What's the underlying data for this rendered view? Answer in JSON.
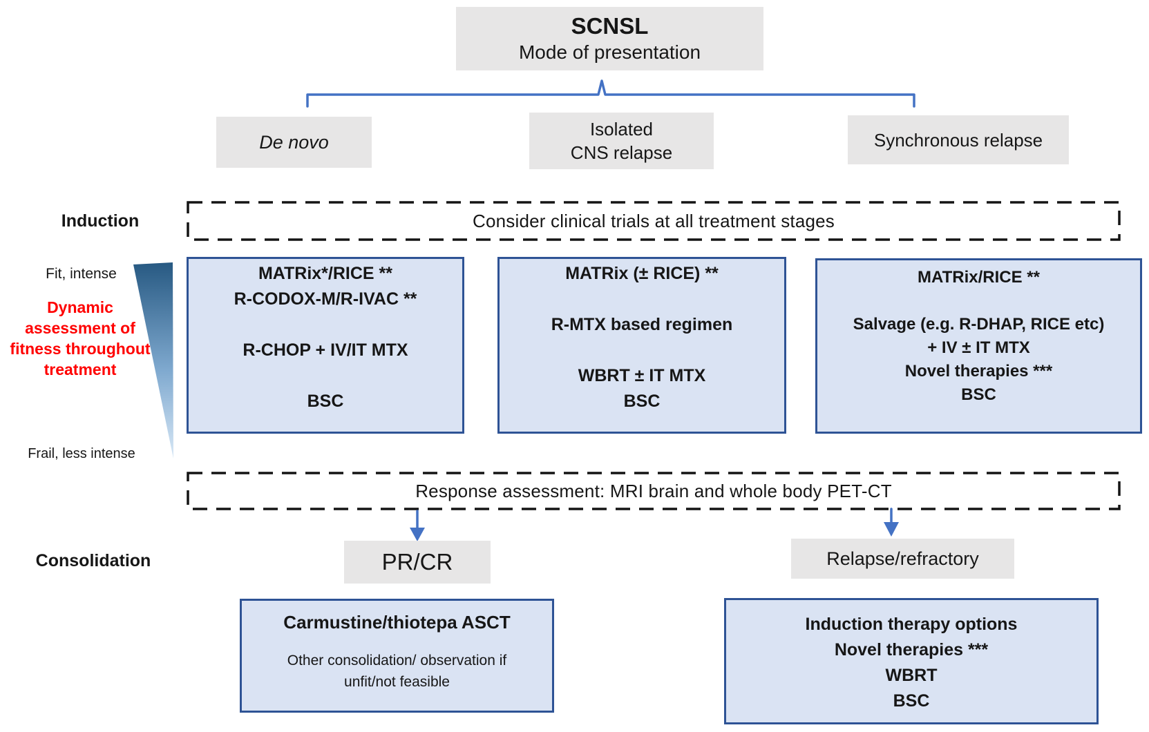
{
  "header": {
    "title": "SCNSL",
    "subtitle": "Mode of presentation"
  },
  "branches": [
    {
      "id": "de-novo",
      "label": "De novo"
    },
    {
      "id": "isolated-cns-relapse",
      "label": "Isolated\nCNS relapse"
    },
    {
      "id": "synchronous-relapse",
      "label": "Synchronous relapse"
    }
  ],
  "stage_labels": {
    "induction": "Induction",
    "consolidation": "Consolidation"
  },
  "banners": {
    "clinical_trials": "Consider clinical trials at all treatment stages",
    "response_assessment": "Response assessment: MRI brain and whole body PET-CT"
  },
  "fitness_scale": {
    "top_label": "Fit, intense",
    "bottom_label": "Frail, less intense",
    "note": "Dynamic\nassessment of\nfitness throughout\ntreatment"
  },
  "induction_options": {
    "de_novo": [
      "MATRix*/RICE **",
      "R-CODOX-M/R-IVAC **",
      "",
      "R-CHOP + IV/IT MTX",
      "",
      "BSC"
    ],
    "isolated_cns_relapse": [
      "MATRix (± RICE) **",
      "",
      "R-MTX based regimen",
      "",
      "WBRT ± IT MTX",
      "BSC"
    ],
    "synchronous_relapse": [
      "MATRix/RICE **",
      "",
      "Salvage (e.g. R-DHAP, RICE etc)",
      "+ IV ± IT MTX",
      "Novel therapies ***",
      "BSC"
    ]
  },
  "response_outcomes": {
    "pr_cr": "PR/CR",
    "relapse_refractory": "Relapse/refractory"
  },
  "consolidation_options": {
    "pr_cr": {
      "title": "Carmustine/thiotepa ASCT",
      "note": "Other consolidation/ observation if\nunfit/not feasible"
    },
    "relapse_refractory": [
      "Induction therapy options",
      "Novel therapies ***",
      "WBRT",
      "BSC"
    ]
  },
  "colors": {
    "accent_blue": "#4472C4",
    "option_box_fill": "#DAE3F3",
    "option_box_border": "#2E5395",
    "header_box_fill": "#E7E6E6",
    "alert_red": "#FF0000",
    "gradient_top": "#275982",
    "gradient_mid": "#7FA9CF",
    "gradient_bottom": "#D8E8F6"
  }
}
